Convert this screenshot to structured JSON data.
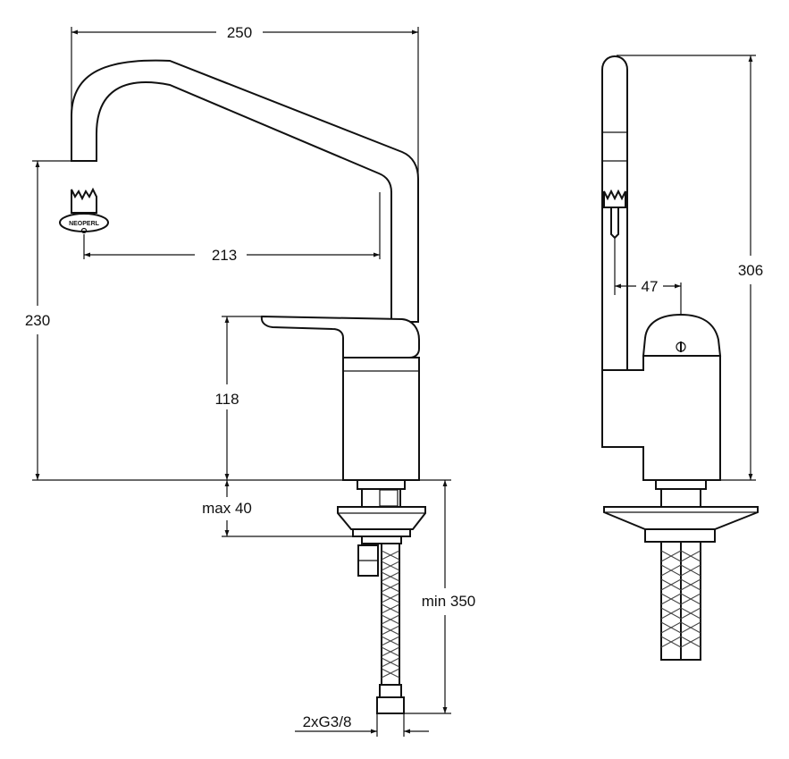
{
  "dimensions": {
    "spout_reach": "250",
    "aerator_offset": "213",
    "outlet_height": "230",
    "lever_height": "118",
    "max_thickness": "max 40",
    "min_hose": "min 350",
    "connection": "2xG3/8",
    "side_offset": "47",
    "total_height": "306"
  },
  "aerator_brand": "NEOPERL",
  "colors": {
    "line": "#111111",
    "background": "#ffffff"
  }
}
